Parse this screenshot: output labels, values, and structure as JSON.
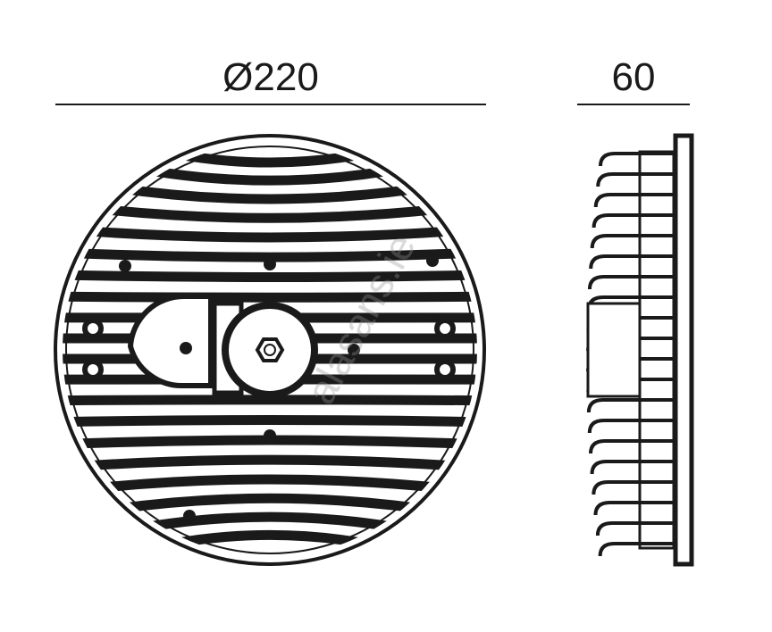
{
  "dimensions": {
    "diameter": "Ø220",
    "depth": "60"
  },
  "watermark": "alasans.ie",
  "colors": {
    "line": "#1a1a1a",
    "background": "#ffffff"
  }
}
